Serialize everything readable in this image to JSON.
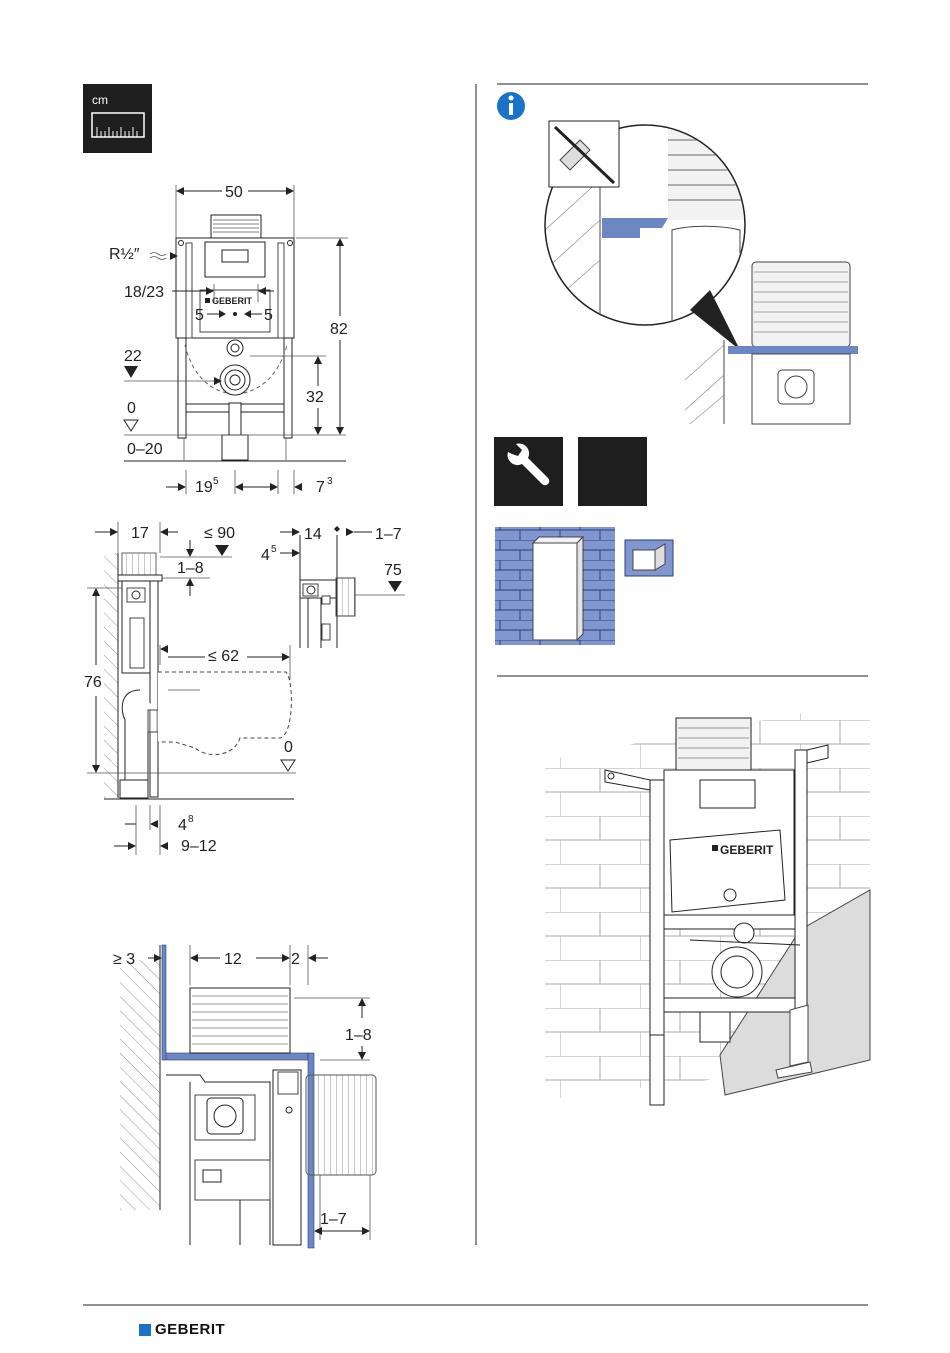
{
  "units_icon": {
    "label": "cm",
    "icon": "ruler-icon"
  },
  "front_view": {
    "width": "50",
    "thread": "R½″",
    "spacing": "18/23",
    "left_offset": "5",
    "right_offset": "5",
    "height": "82",
    "inlet_height": "22",
    "outlet_height": "32",
    "floor_zero": "0",
    "adjust_range": "0–20",
    "foot_left": "19",
    "foot_left_sup": "5",
    "foot_right": "7",
    "foot_right_sup": "3",
    "logo_text": "GEBERIT"
  },
  "side_view": {
    "depth": "17",
    "max_90": "≤ 90",
    "range_1_8": "1–8",
    "height_76": "76",
    "bowl_62": "≤ 62",
    "floor_zero": "0",
    "offset_4": "4",
    "offset_4_sup": "8",
    "range_9_12": "9–12"
  },
  "detail_view": {
    "d14": "14",
    "d4": "4",
    "d4_sup": "5",
    "range_1_7": "1–7",
    "h75": "75"
  },
  "section_view": {
    "min_3": "≥ 3",
    "w12": "12",
    "w2": "2",
    "range_1_8": "1–8",
    "range_1_7": "1–7"
  },
  "right_panel": {
    "info_icon": "info-icon",
    "tool_icon": "wrench-icon",
    "logo_text": "GEBERIT"
  },
  "footer": {
    "brand": "GEBERIT"
  },
  "colors": {
    "accent": "#1a73c6",
    "panel_blue": "#6d86c4",
    "brick_blue": "#8196cf",
    "dark": "#222222"
  }
}
